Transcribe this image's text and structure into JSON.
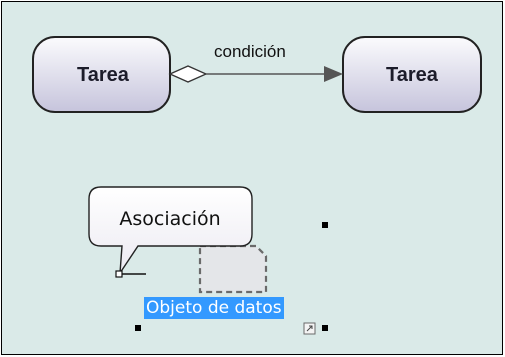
{
  "diagram": {
    "task_left": {
      "label": "Tarea"
    },
    "task_right": {
      "label": "Tarea"
    },
    "connector": {
      "label": "condición"
    },
    "callout": {
      "label": "Asociación"
    },
    "data_object": {
      "label": "Objeto de datos"
    }
  },
  "colors": {
    "canvas_background": "#daeae8",
    "task_fill_top": "#fbfbfd",
    "task_fill_bottom": "#c6c4dc",
    "label_selection": "#3399ff"
  }
}
